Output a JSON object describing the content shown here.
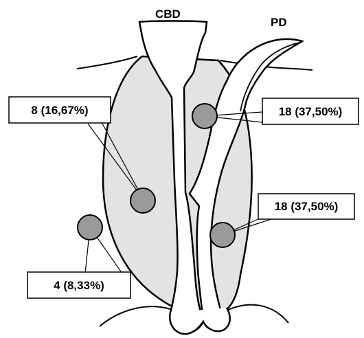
{
  "labels": {
    "cbd": "CBD",
    "pd": "PD"
  },
  "callouts": {
    "upper_left": "8 (16,67%)",
    "upper_right": "18 (37,50%)",
    "lower_right": "18 (37,50%)",
    "lower_left": "4 (8,33%)"
  },
  "colors": {
    "ampulla_fill": "#e3e3e3",
    "marker_fill": "#9a9a9a",
    "outline": "#000000",
    "background": "#ffffff"
  }
}
